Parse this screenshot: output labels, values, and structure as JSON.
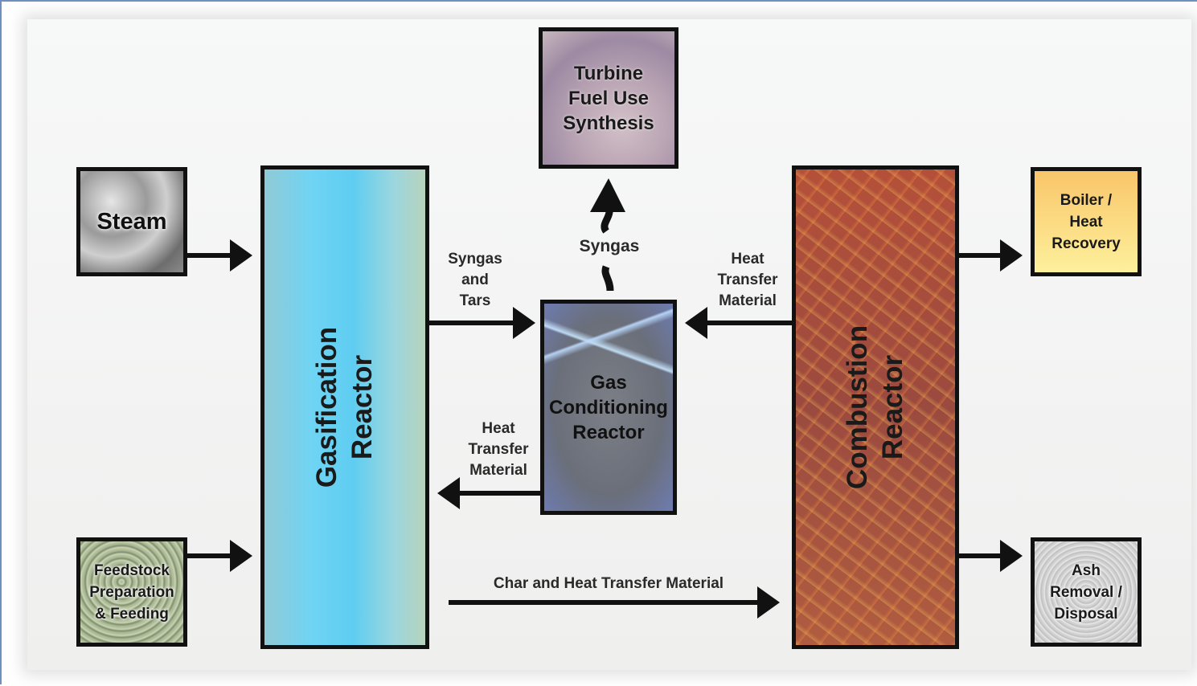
{
  "boxes": {
    "steam": "Steam",
    "feedstock": "Feedstock\nPreparation\n& Feeding",
    "gasification_reactor": "Gasification\nReactor",
    "turbine": "Turbine\nFuel Use\nSynthesis",
    "gas_conditioning": "Gas\nConditioning\nReactor",
    "combustion_reactor": "Combustion\nReactor",
    "boiler": "Boiler /\nHeat\nRecovery",
    "ash": "Ash\nRemoval /\nDisposal"
  },
  "labels": {
    "syngas_tars": "Syngas\nand\nTars",
    "syngas": "Syngas",
    "heat_transfer_right": "Heat\nTransfer\nMaterial",
    "heat_transfer_left": "Heat\nTransfer\nMaterial",
    "char_heat": "Char and Heat Transfer Material"
  }
}
